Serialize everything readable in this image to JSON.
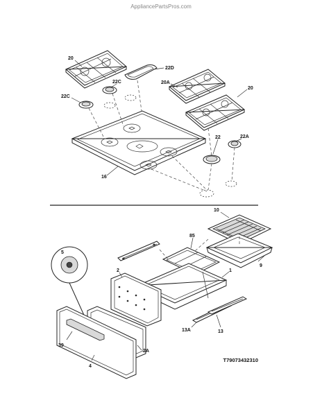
{
  "watermark": "AppliancePartsPros.com",
  "diagram_code": "T79073432310",
  "labels": {
    "l20a": "20",
    "l22d": "22D",
    "l22c1": "22C",
    "l20A": "20A",
    "l20b": "20",
    "l22c2": "22C",
    "l22": "22",
    "l22a": "22A",
    "l16": "16",
    "l10": "10",
    "l85": "85",
    "l5": "5",
    "l9": "9",
    "l2": "2",
    "l1": "1",
    "l13a": "13A",
    "l13": "13",
    "l39": "39",
    "l2a": "2A",
    "l4": "4"
  }
}
